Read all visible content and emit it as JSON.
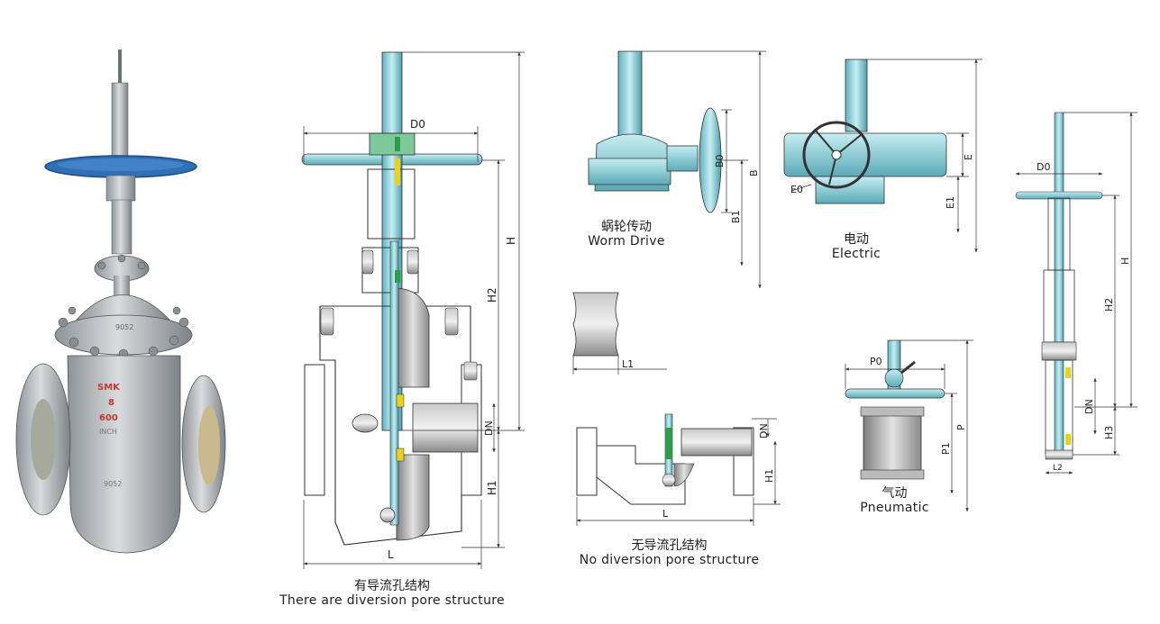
{
  "photo": {
    "plate_brand": "SMK",
    "plate_size": "8",
    "plate_class": "600",
    "plate_unit": "INCH",
    "body_mark": "9052",
    "bonnet_mark": "9052"
  },
  "main_view": {
    "labels": {
      "d0": "D0",
      "h": "H",
      "h2": "H2",
      "dn": "DN",
      "h1": "H1",
      "l": "L"
    },
    "caption_zh": "有导流孔结构",
    "caption_en": "There are diversion pore structure"
  },
  "worm_drive": {
    "labels": {
      "b0": "B0",
      "b": "B",
      "b1": "B1"
    },
    "caption_zh": "蜗轮传动",
    "caption_en": "Worm Drive"
  },
  "electric": {
    "labels": {
      "e0": "E0",
      "e": "E",
      "e1": "E1"
    },
    "caption_zh": "电动",
    "caption_en": "Electric"
  },
  "slab_detail": {
    "labels": {
      "l1": "L1"
    }
  },
  "no_diversion": {
    "labels": {
      "dn": "DN",
      "h1": "H1",
      "l": "L"
    },
    "caption_zh": "无导流孔结构",
    "caption_en": "No diversion pore structure"
  },
  "pneumatic": {
    "labels": {
      "p0": "P0",
      "p": "P",
      "p1": "P1"
    },
    "caption_zh": "气动",
    "caption_en": "Pneumatic"
  },
  "side_view": {
    "labels": {
      "d0": "D0",
      "h": "H",
      "h2": "H2",
      "dn": "DN",
      "h3": "H3",
      "l2": "L2"
    }
  },
  "colors": {
    "steel": "#b9bdc0",
    "handwheel": "#2f6fb6",
    "teal": "#8fd3dc",
    "teal_dark": "#3e8c98",
    "gray_part": "#9a9a9a",
    "outline": "#444444",
    "seal_green": "#2e9c4a",
    "seal_yellow": "#e8d21a"
  }
}
